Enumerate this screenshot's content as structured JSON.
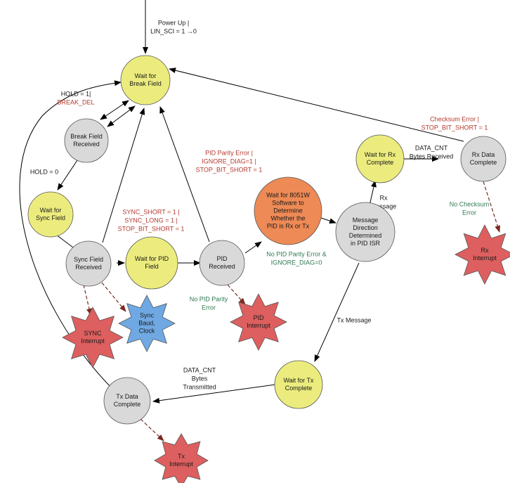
{
  "colors": {
    "yellow": "#ecec7e",
    "grey": "#d9d9d9",
    "orange": "#ee8a55",
    "red": "#dd5f5f",
    "blue": "#6fa8e2",
    "label_black": "#1a1a1a",
    "label_red": "#b5392f",
    "label_green": "#2f7a52",
    "dashed_edge": "#7a2a20"
  },
  "states": [
    {
      "id": "wait_break",
      "lines": [
        "Wait for",
        "Break Field"
      ],
      "fill": "yellow"
    },
    {
      "id": "break_received",
      "lines": [
        "Break Field",
        "Received"
      ],
      "fill": "grey"
    },
    {
      "id": "wait_sync",
      "lines": [
        "Wait for",
        "Sync Field"
      ],
      "fill": "yellow"
    },
    {
      "id": "sync_received",
      "lines": [
        "Sync Field",
        "Received"
      ],
      "fill": "grey"
    },
    {
      "id": "wait_pid",
      "lines": [
        "Wait for PID",
        "Field"
      ],
      "fill": "yellow"
    },
    {
      "id": "pid_received",
      "lines": [
        "PID",
        "Received"
      ],
      "fill": "grey"
    },
    {
      "id": "wait_8051w",
      "lines": [
        "Wait for 8051W",
        "Software to",
        "Determine",
        "Whether the",
        "PID is Rx or Tx"
      ],
      "fill": "orange"
    },
    {
      "id": "msg_direction",
      "lines": [
        "Message",
        "Direction",
        "Determined",
        "in PID ISR"
      ],
      "fill": "grey"
    },
    {
      "id": "wait_rx",
      "lines": [
        "Wait for Rx",
        "Complete"
      ],
      "fill": "yellow"
    },
    {
      "id": "rx_data",
      "lines": [
        "Rx Data",
        "Complete"
      ],
      "fill": "grey"
    },
    {
      "id": "wait_tx",
      "lines": [
        "Wait for Tx",
        "Complete"
      ],
      "fill": "yellow"
    },
    {
      "id": "tx_data",
      "lines": [
        "Tx Data",
        "Complete"
      ],
      "fill": "grey"
    }
  ],
  "interrupts": [
    {
      "id": "sync_interrupt",
      "lines": [
        "SYNC",
        "Interrupt"
      ],
      "fill": "red"
    },
    {
      "id": "sync_baud",
      "lines": [
        "Sync",
        "Baud,",
        "Clock"
      ],
      "fill": "blue"
    },
    {
      "id": "pid_interrupt",
      "lines": [
        "PID",
        "Interrupt"
      ],
      "fill": "red"
    },
    {
      "id": "rx_interrupt",
      "lines": [
        "Rx",
        "Interrupt"
      ],
      "fill": "red"
    },
    {
      "id": "tx_interrupt",
      "lines": [
        "Tx",
        "Interrupt"
      ],
      "fill": "red"
    }
  ],
  "labels": [
    {
      "id": "power_up",
      "lines": [
        "Power Up |",
        "LIN_SCI = 1 →0"
      ],
      "color": "label_black"
    },
    {
      "id": "hold_1",
      "lines": [
        "HOLD = 1|"
      ],
      "color": "label_black"
    },
    {
      "id": "break_del",
      "lines": [
        "BREAK_DEL"
      ],
      "color": "label_red"
    },
    {
      "id": "hold_0",
      "lines": [
        "HOLD = 0"
      ],
      "color": "label_black"
    },
    {
      "id": "sync_errors",
      "lines": [
        "SYNC_SHORT = 1 |",
        "SYNC_LONG = 1 |",
        "STOP_BIT_SHORT = 1"
      ],
      "color": "label_red"
    },
    {
      "id": "pid_parity_error",
      "lines": [
        "PID Parity Error |",
        "IGNORE_DIAG=1 |",
        "STOP_BIT_SHORT = 1"
      ],
      "color": "label_red"
    },
    {
      "id": "no_pid_parity_error_ignore",
      "lines": [
        "No PID Parity Error &",
        "IGNORE_DIAG=0"
      ],
      "color": "label_green"
    },
    {
      "id": "no_pid_parity_error",
      "lines": [
        "No PID Parity",
        "Error"
      ],
      "color": "label_green"
    },
    {
      "id": "rx_message",
      "lines": [
        "Rx",
        "Message"
      ],
      "color": "label_black"
    },
    {
      "id": "data_cnt_received",
      "lines": [
        "DATA_CNT",
        "Bytes Received"
      ],
      "color": "label_black"
    },
    {
      "id": "checksum_error",
      "lines": [
        "Checksum Error |",
        "STOP_BIT_SHORT = 1"
      ],
      "color": "label_red"
    },
    {
      "id": "no_checksum_error",
      "lines": [
        "No Checksum",
        "Error"
      ],
      "color": "label_green"
    },
    {
      "id": "tx_message",
      "lines": [
        "Tx Message"
      ],
      "color": "label_black"
    },
    {
      "id": "data_cnt_transmitted",
      "lines": [
        "DATA_CNT",
        "Bytes",
        "Transmitted"
      ],
      "color": "label_black"
    }
  ]
}
